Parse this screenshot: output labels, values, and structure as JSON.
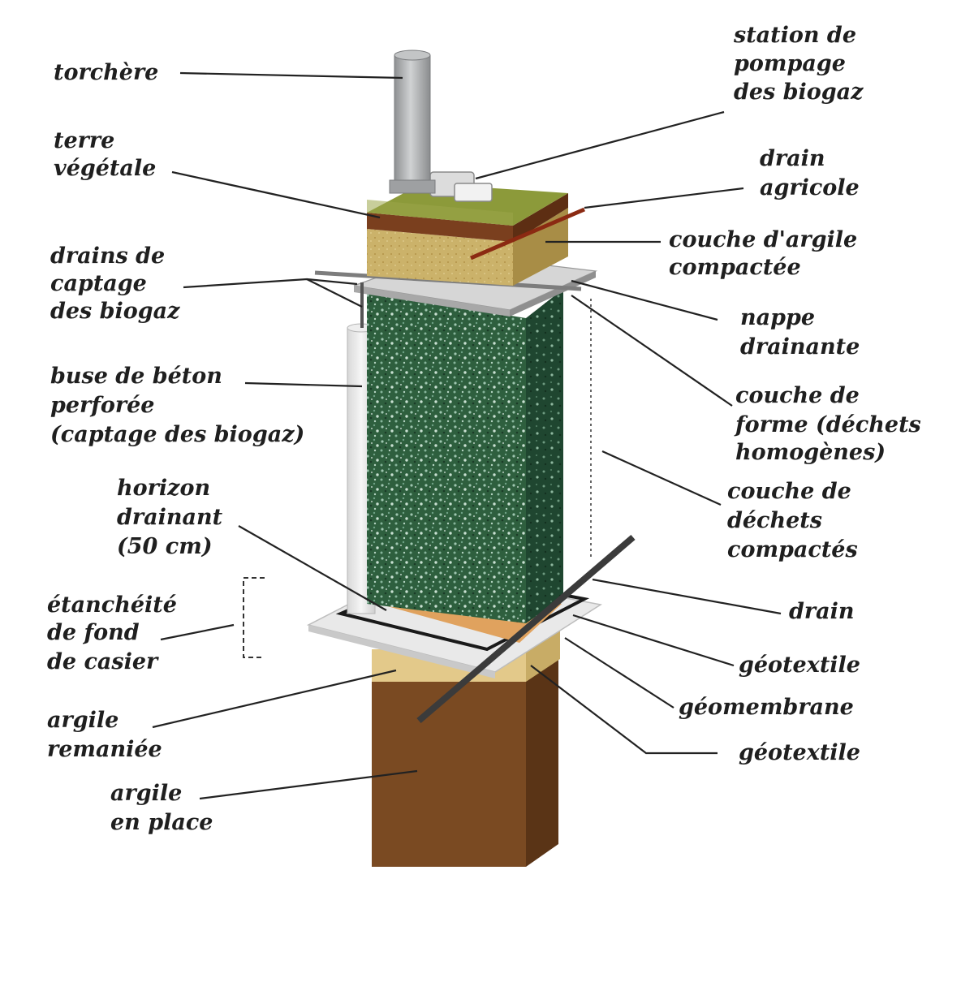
{
  "labels": {
    "torchere": [
      "torchère"
    ],
    "station": [
      "station de",
      "pompage",
      "des biogaz"
    ],
    "terre": [
      "terre",
      "végétale"
    ],
    "drain_agricole": [
      "drain",
      "agricole"
    ],
    "argile_compactee": [
      "couche d'argile",
      "compactée"
    ],
    "drains_captage": [
      "drains de",
      "captage",
      "des biogaz"
    ],
    "nappe": [
      "nappe",
      "drainante"
    ],
    "buse": [
      "buse de béton",
      "perforée",
      "(captage des biogaz)"
    ],
    "couche_forme": [
      "couche de",
      "forme (déchets",
      "homogènes)"
    ],
    "horizon": [
      "horizon",
      "drainant",
      "(50 cm)"
    ],
    "dechets": [
      "couche de",
      "déchets",
      "compactés"
    ],
    "etancheite": [
      "étanchéité",
      "de fond",
      "de casier"
    ],
    "drain": [
      "drain"
    ],
    "geotextile_1": [
      "géotextile"
    ],
    "geomembrane": [
      "géomembrane"
    ],
    "argile_remaniee": [
      "argile",
      "remaniée"
    ],
    "geotextile_2": [
      "géotextile"
    ],
    "argile_place": [
      "argile",
      "en place"
    ]
  },
  "colors": {
    "waste_green": "#2e5f3e",
    "topsoil_green": "#8c9a3a",
    "topsoil_brown": "#7a3f1e",
    "compacted_clay": "#cbb26a",
    "drain_layer": "#e0a25e",
    "reworked_clay": "#e3c98a",
    "native_clay": "#7a4a22",
    "concrete": "#e6e6e6",
    "flare": "#a7a9ab",
    "membrane": "#1a1a1a"
  }
}
